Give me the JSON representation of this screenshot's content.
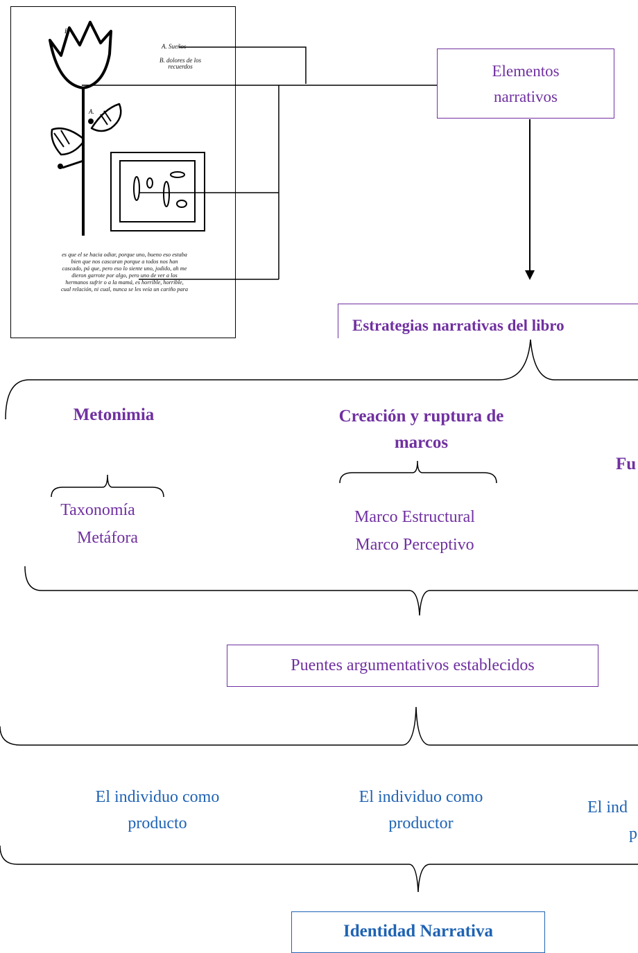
{
  "image_panel": {
    "labels": {
      "a": "A.",
      "b": "B."
    },
    "legend": {
      "item_a": "A. Sueños",
      "item_b_line1": "B. dolores de los",
      "item_b_line2": "recuerdos"
    },
    "text_lines": [
      "es que el se hacia odiar, porque uno, bueno eso estaba",
      "bien que nos cascaran porque a todos nos han",
      "cascado, pá que, pero eso lo siente uno, jodido, ah me",
      "dieron garrote por algo, pero uno de ver a los",
      "hermanos sufrir o a la mamá, es horrible, horrible,",
      "cual relación, ni cual, nunca se les veía un cariño para"
    ]
  },
  "elementos_box": {
    "line1": "Elementos",
    "line2": "narrativos"
  },
  "estrategias_box": {
    "label": "Estrategias narrativas del libro"
  },
  "metonimia": {
    "title": "Metonimia",
    "items": [
      "Taxonomía",
      "Metáfora"
    ]
  },
  "marcos": {
    "title_line1": "Creación y ruptura de",
    "title_line2": "marcos",
    "items": [
      "Marco Estructural",
      "Marco Perceptivo"
    ]
  },
  "partial_label": "Fu",
  "puentes_box": {
    "label": "Puentes argumentativos establecidos"
  },
  "individuo": {
    "producto": {
      "line1": "El individuo como",
      "line2": "producto"
    },
    "productor": {
      "line1": "El individuo como",
      "line2": "productor"
    },
    "partial": {
      "line1": "El ind",
      "line2": "p"
    }
  },
  "identidad_box": {
    "label": "Identidad Narrativa"
  },
  "colors": {
    "purple": "#7030a0",
    "blue": "#1f63b3",
    "line": "#000000"
  }
}
